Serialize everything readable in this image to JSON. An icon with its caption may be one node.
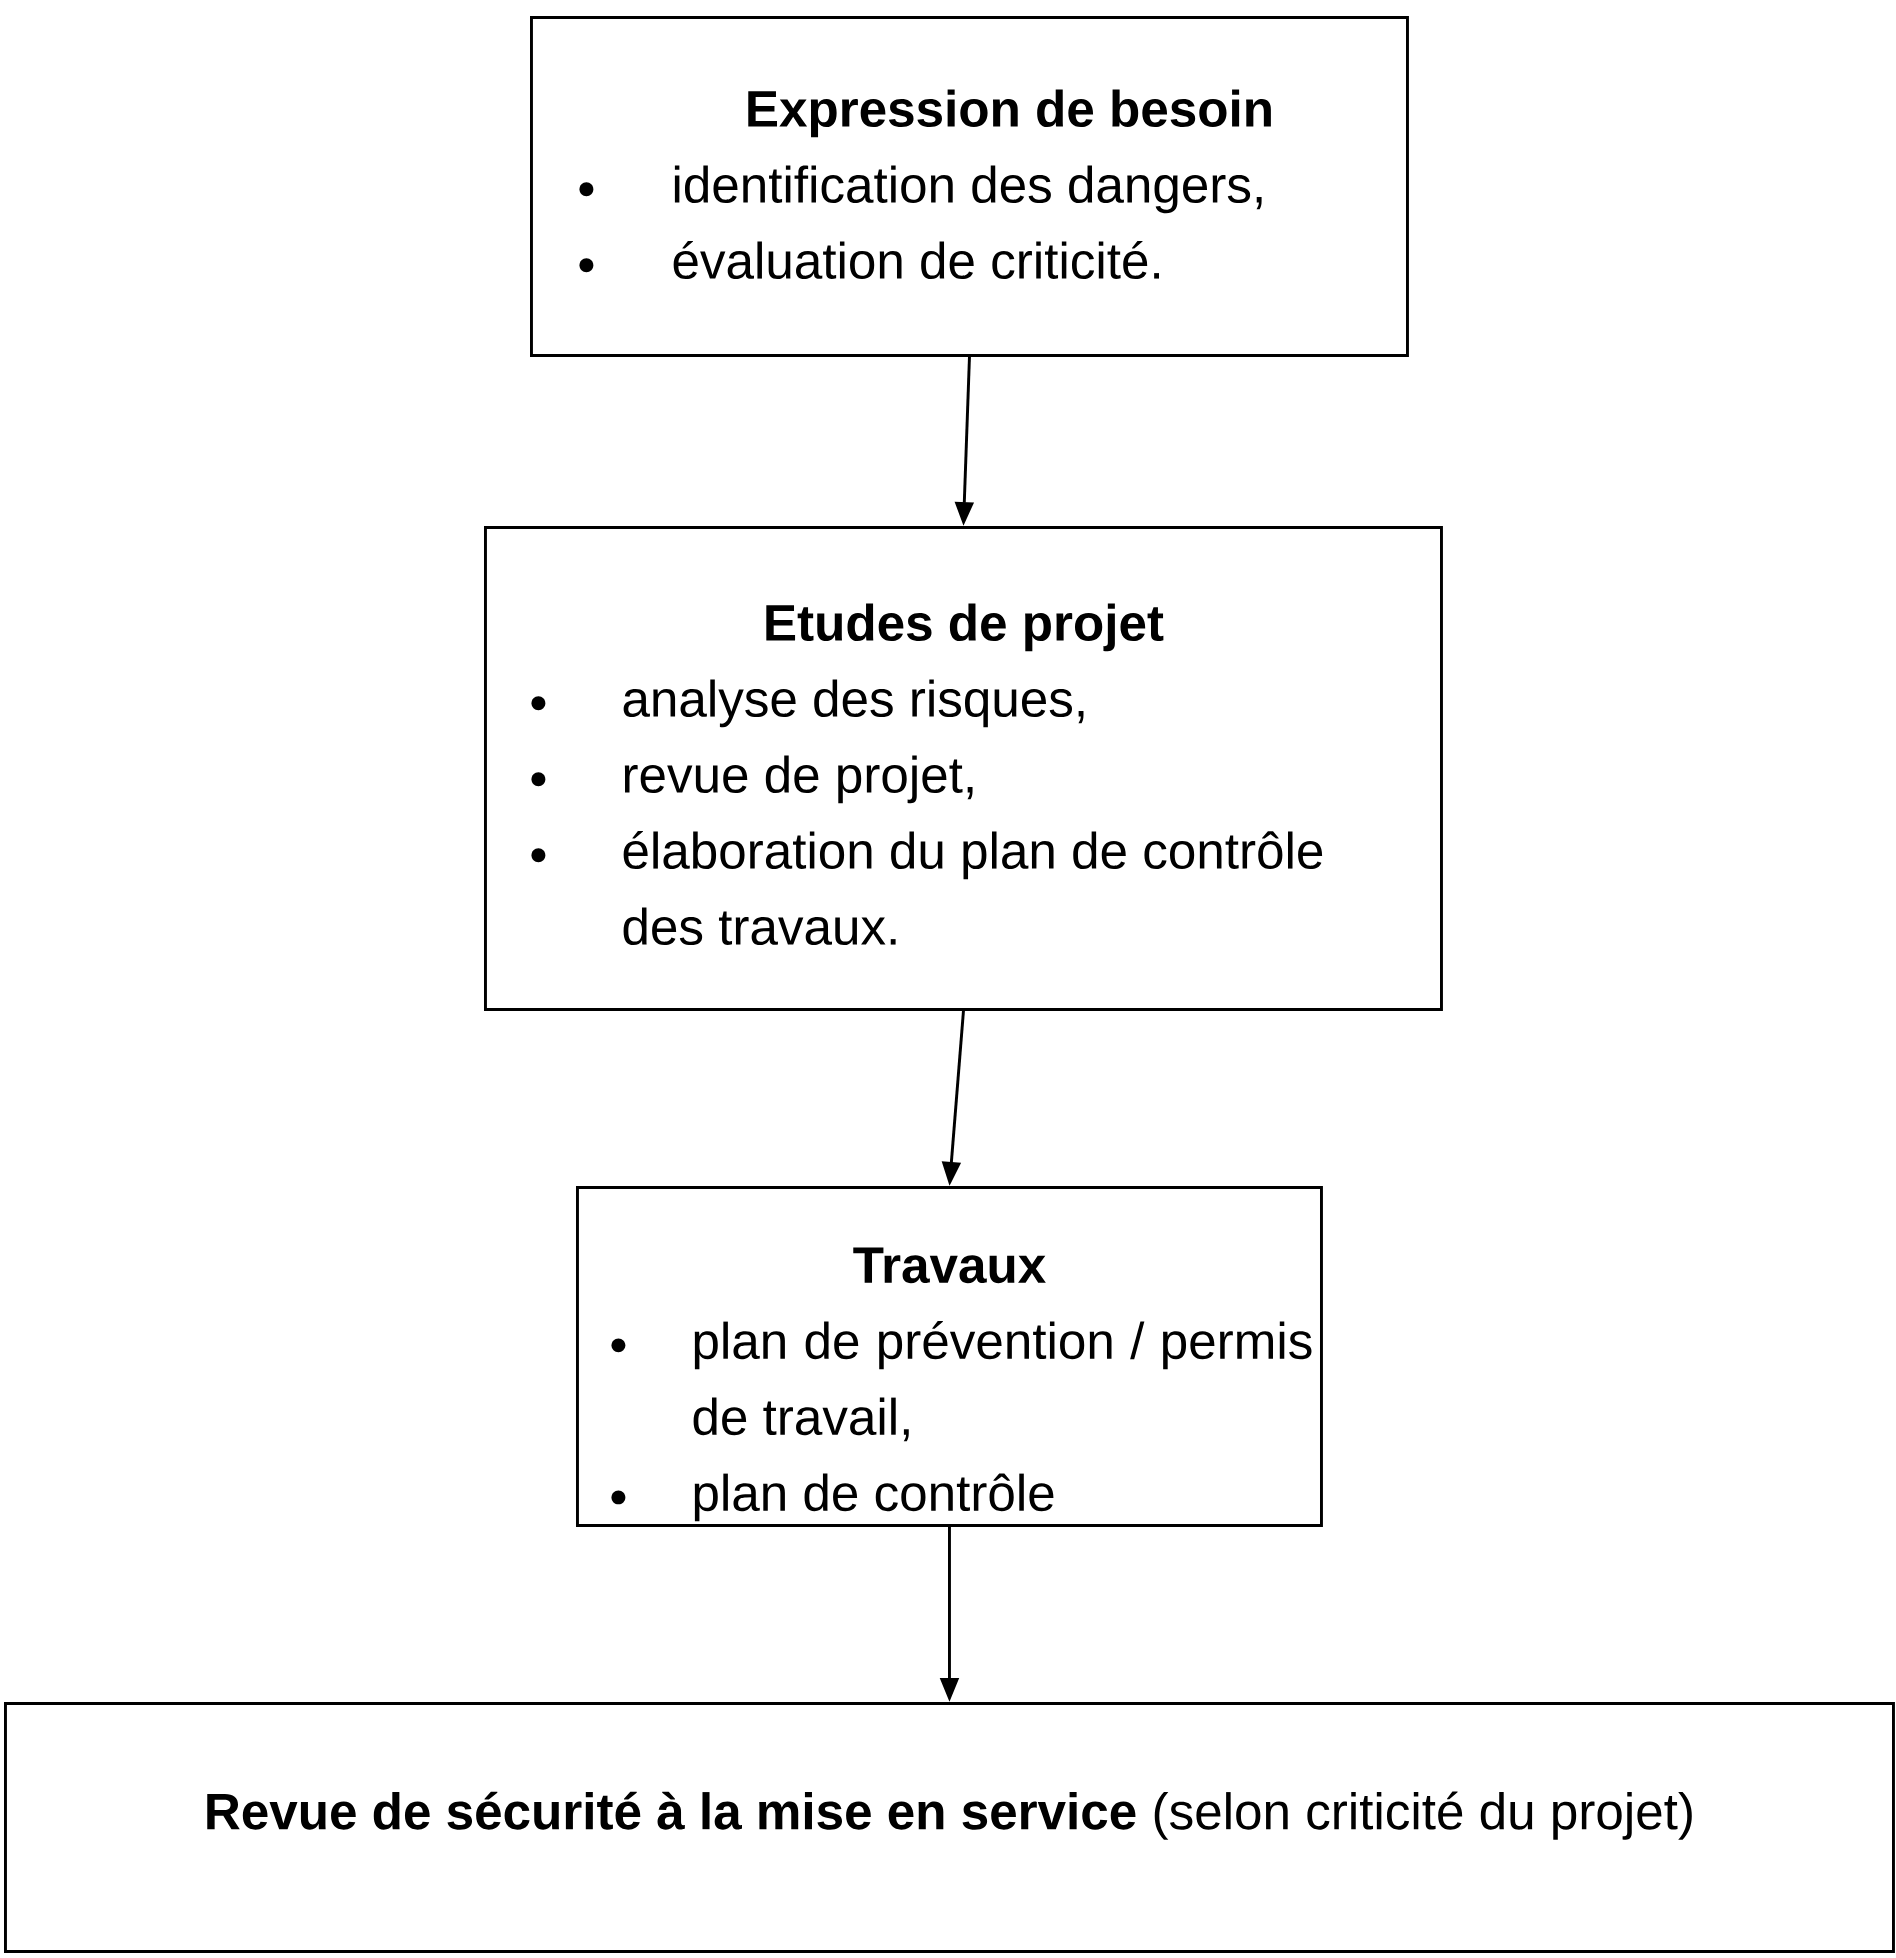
{
  "diagram": {
    "nodes": [
      {
        "text": [
          "Expression de besoin",
          "identification des dangers,",
          "évaluation de criticité."
        ]
      },
      {
        "text": [
          "Etudes de projet",
          "analyse des risques,",
          "revue de projet,",
          "élaboration du plan de contrôle des travaux."
        ]
      },
      {
        "text": [
          "Travaux",
          "plan de prévention / permis de travail,",
          "plan de contrôle"
        ]
      },
      {
        "text": [
          "**Revue de sécurité à la mise en service** (selon criticité du projet)"
        ]
      }
    ],
    "edges": [
      {
        "from": 0,
        "to": 1,
        "arrow": "to"
      },
      {
        "from": 1,
        "to": 2,
        "arrow": "to"
      },
      {
        "from": 2,
        "to": 3,
        "arrow": "to"
      }
    ]
  }
}
